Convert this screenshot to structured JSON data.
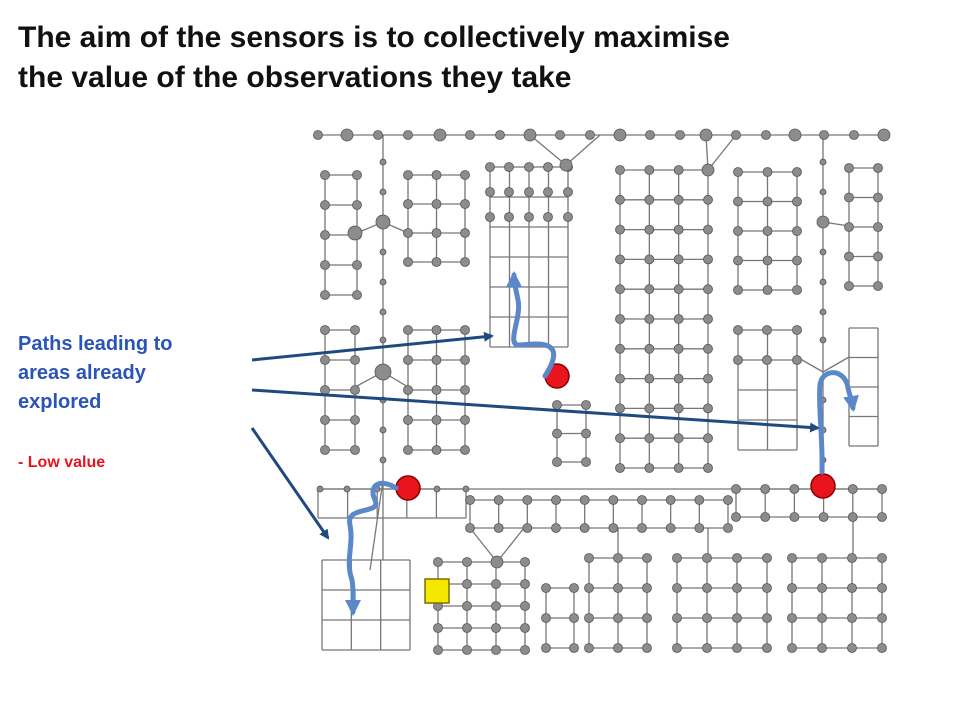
{
  "slide": {
    "title_line1": "The aim of the sensors is to collectively maximise",
    "title_line2": "the value of the observations they take",
    "label_line1": "Paths leading to",
    "label_line2": "areas already",
    "label_line3": "explored",
    "value_note": "- Low value"
  },
  "colors": {
    "title": "#111111",
    "label": "#2a54b8",
    "value_note": "#e8141e",
    "node": "#8c8c8c",
    "edge": "#777777",
    "sensor": "#e8141e",
    "base": "#f5e800",
    "path": "#5b88c8",
    "pointer": "#1f4a80"
  },
  "diagram": {
    "sensors": [
      {
        "name": "sensor-a"
      },
      {
        "name": "sensor-b"
      },
      {
        "name": "sensor-c"
      }
    ],
    "base_station": {
      "name": "base-station"
    }
  }
}
